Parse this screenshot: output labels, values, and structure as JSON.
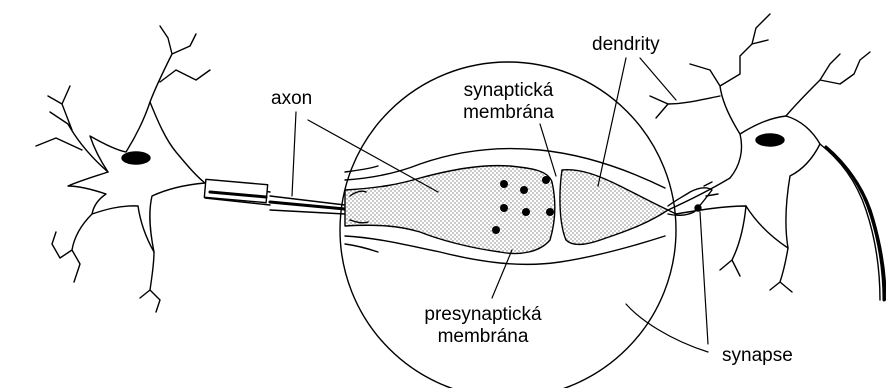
{
  "labels": {
    "axon": "axon",
    "dendrity": "dendrity",
    "synapticka_membrana": [
      "synaptická",
      "membrána"
    ],
    "presynapticka_membrana": [
      "presynaptická",
      "membrána"
    ],
    "synapse": "synapse"
  },
  "colors": {
    "line": "#000000",
    "background": "#ffffff",
    "stipple": "#9a9a9a"
  }
}
